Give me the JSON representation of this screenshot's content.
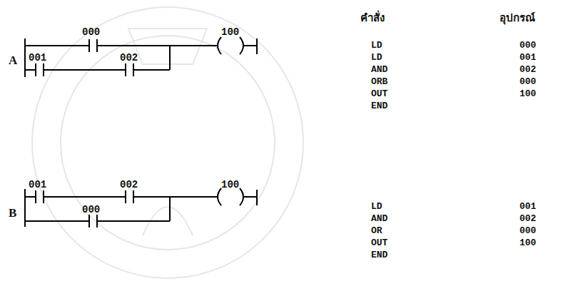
{
  "diagram": {
    "labels": [
      "000",
      "100",
      "คำสั่ง",
      "อุปกรณ์",
      "A",
      "001",
      "002",
      "LD",
      "000",
      "LD",
      "001",
      "AND",
      "002",
      "ORB",
      "000",
      "OUT",
      "100",
      "END",
      "001",
      "002",
      "100",
      "B",
      "000",
      "LD",
      "001",
      "AND",
      "002",
      "OR",
      "000",
      "OUT",
      "100",
      "END"
    ]
  }
}
